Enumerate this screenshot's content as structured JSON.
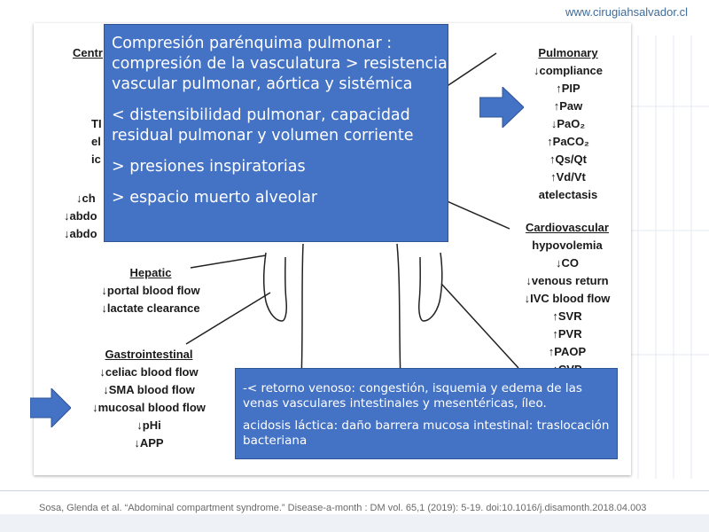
{
  "website": "www.cirugiahsalvador.cl",
  "citation": "Sosa, Glenda et al. “Abdominal compartment syndrome.” Disease-a-month : DM vol. 65,1 (2019): 5-19. doi:10.1016/j.disamonth.2018.04.003",
  "colors": {
    "box_blue": "#4472c4",
    "arrow_blue": "#4472c4",
    "text_dark": "#1a1a1a"
  },
  "pulmonary": {
    "heading": "Pulmonary",
    "items": [
      "↓compliance",
      "↑PIP",
      "↑Paw",
      "↓PaO₂",
      "↑PaCO₂",
      "↑Qs/Qt",
      "↑Vd/Vt",
      "atelectasis"
    ]
  },
  "cardiovascular": {
    "heading": "Cardiovascular",
    "items": [
      "hypovolemia",
      "↓CO",
      "↓venous return",
      "↓IVC blood flow",
      "↑SVR",
      "↑PVR",
      "↑PAOP",
      "↑CVP"
    ]
  },
  "hepatic": {
    "heading": "Hepatic",
    "items": [
      "↓portal blood flow",
      "↓lactate clearance"
    ]
  },
  "gastrointestinal": {
    "heading": "Gastrointestinal",
    "items": [
      "↓celiac blood flow",
      "↓SMA blood flow",
      "↓mucosal blood flow",
      "↓pHi",
      "↓APP"
    ]
  },
  "left_partial": {
    "central": "Centr",
    "tl1": "TI",
    "tl2": "el",
    "tl3": "ic",
    "r1": "↓ch",
    "r2": "↓abdo",
    "r3": "↓abdo"
  },
  "box_top": {
    "p1": "Compresión parénquima pulmonar : compresión de la vasculatura > resistencia vascular pulmonar, aórtica y sistémica",
    "p2": "<  distensibilidad pulmonar, capacidad residual pulmonar y volumen corriente",
    "p3": "> presiones inspiratorias",
    "p4": "> espacio muerto alveolar"
  },
  "box_bottom": {
    "p1": "-< retorno venoso: congestión, isquemia y edema de las venas vasculares intestinales y mesentéricas, íleo.",
    "p2": "acidosis láctica: daño barrera mucosa intestinal: traslocación bacteriana"
  }
}
